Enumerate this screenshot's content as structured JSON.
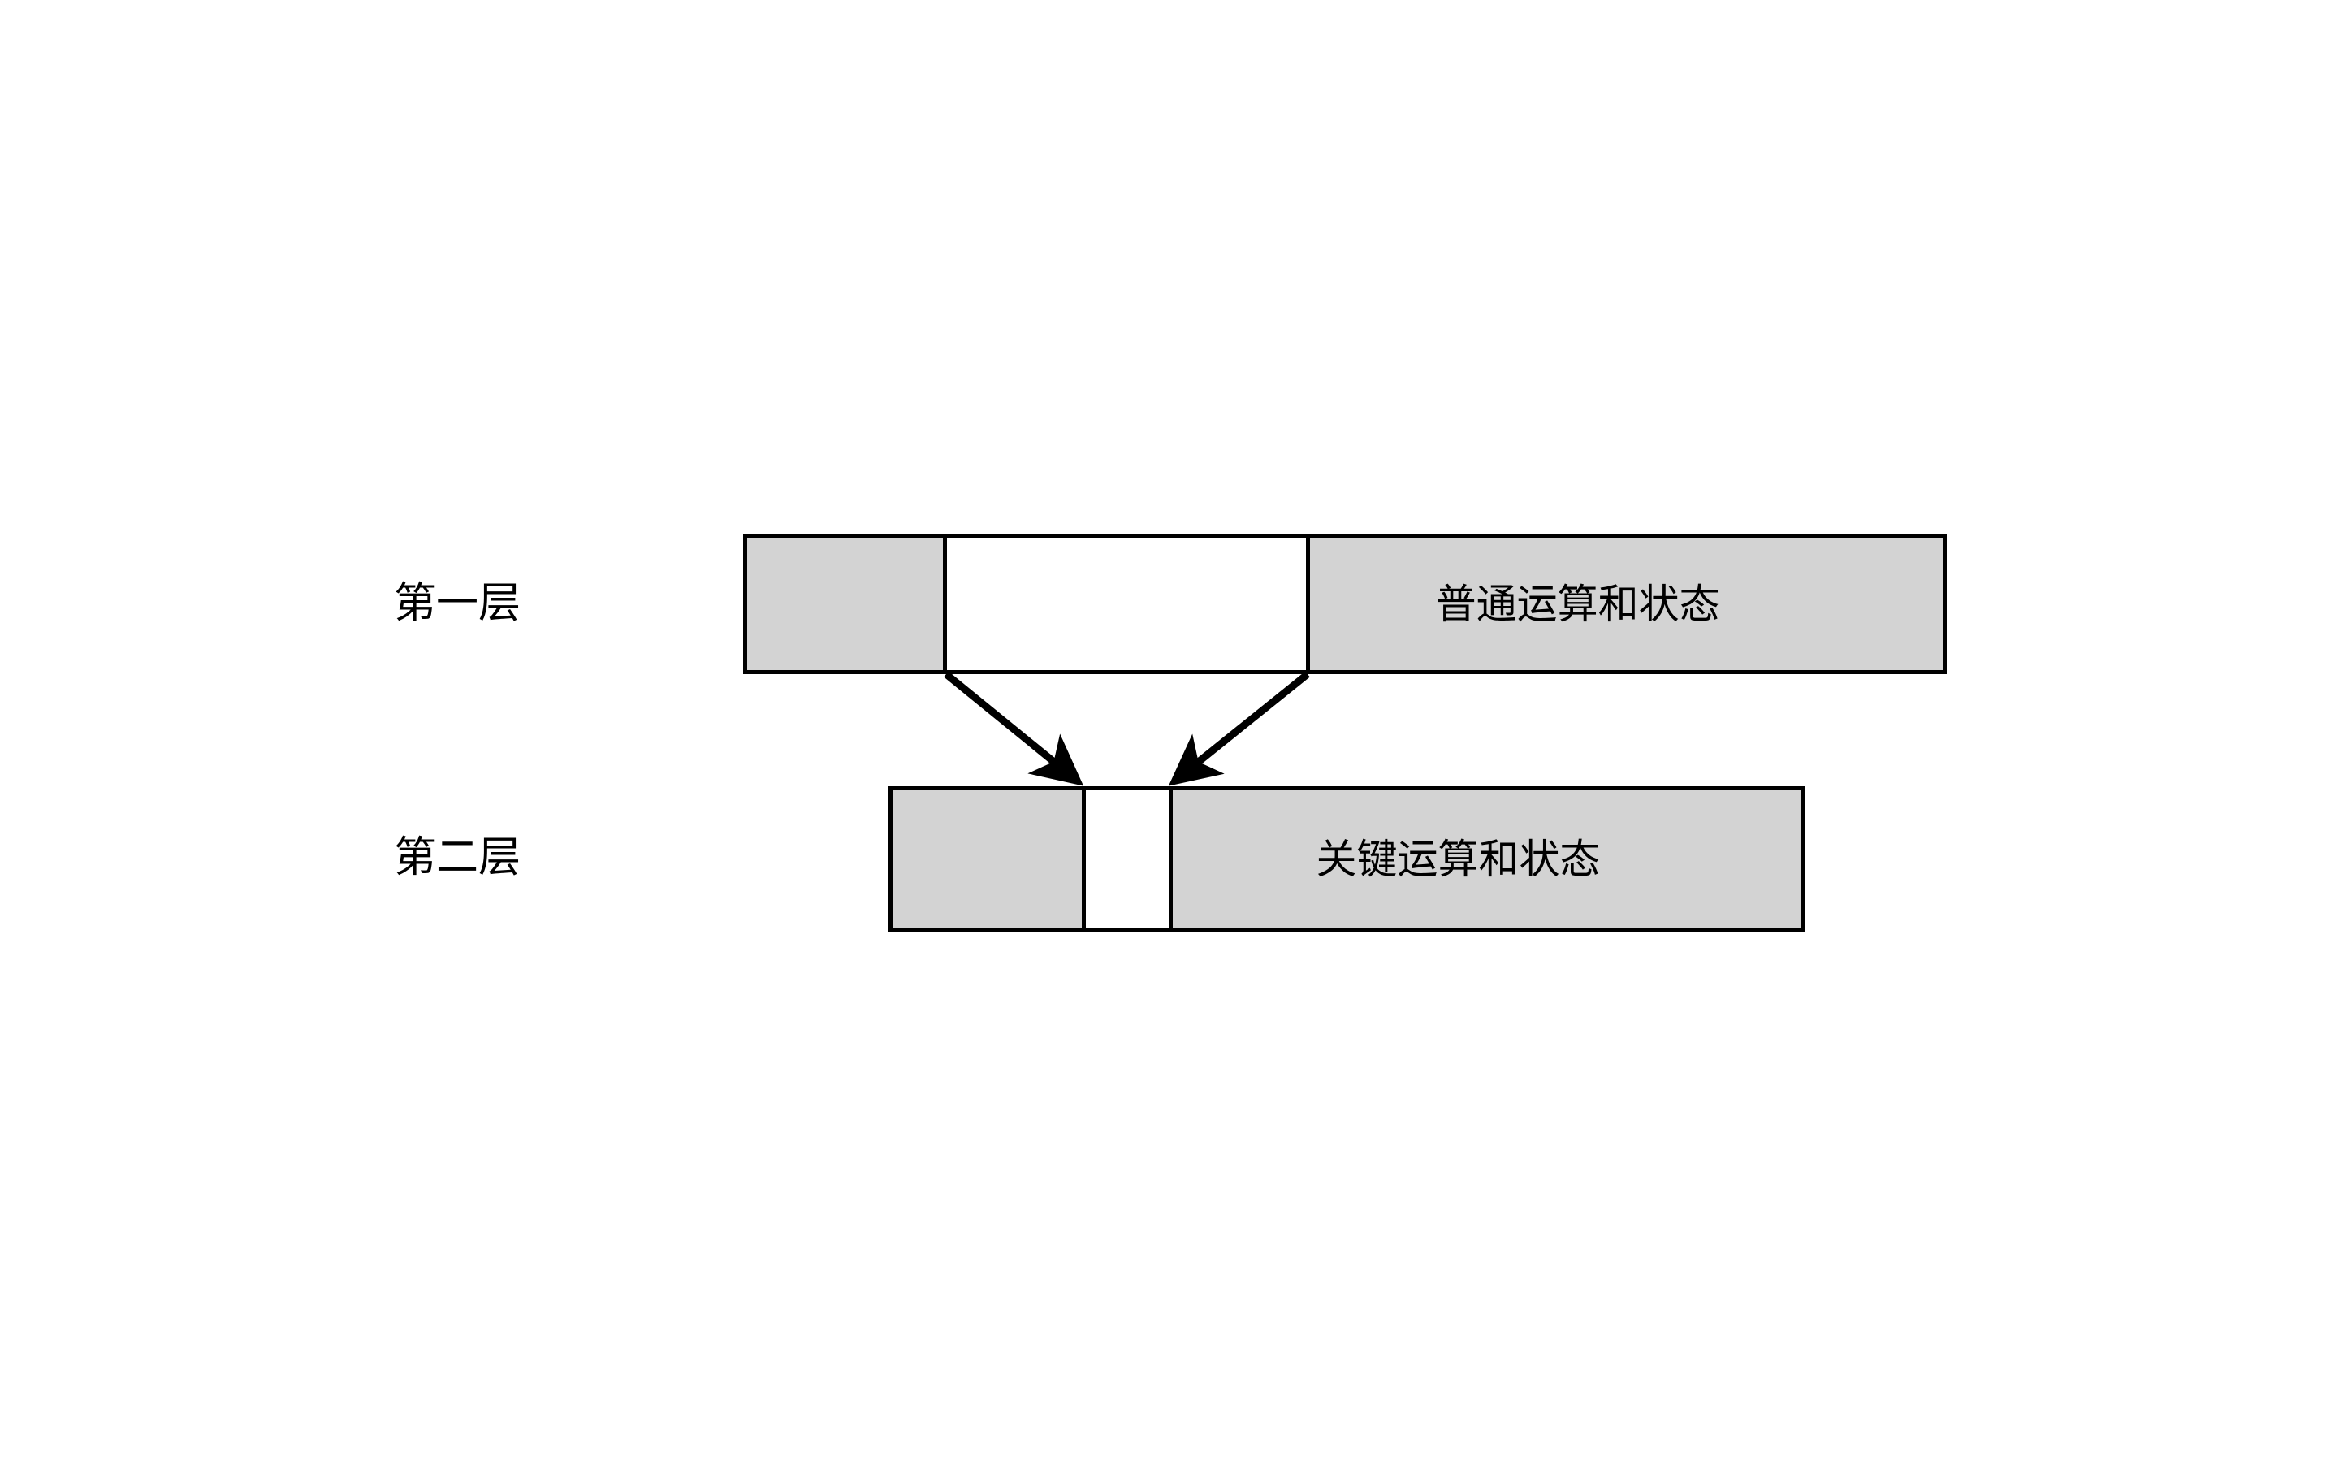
{
  "diagram": {
    "title": "",
    "background_color": "#ffffff",
    "stroke_color": "#000000",
    "fill_color": "#d3d3d3",
    "rows": [
      {
        "label": "第一层",
        "bar_text": "普通运算和状态",
        "segments": [
          {
            "name": "left-block",
            "filled": true
          },
          {
            "name": "center-gap",
            "filled": false
          },
          {
            "name": "right-block",
            "filled": true
          }
        ]
      },
      {
        "label": "第二层",
        "bar_text": "关键运算和状态",
        "segments": [
          {
            "name": "left-block",
            "filled": true
          },
          {
            "name": "center-gap",
            "filled": false
          },
          {
            "name": "right-block",
            "filled": true
          }
        ]
      }
    ],
    "arrows": [
      {
        "name": "arrow-left-down",
        "from": "layer-1 gap left edge",
        "to": "layer-2 gap left edge"
      },
      {
        "name": "arrow-right-down",
        "from": "layer-1 gap right edge",
        "to": "layer-2 gap right edge"
      }
    ]
  }
}
